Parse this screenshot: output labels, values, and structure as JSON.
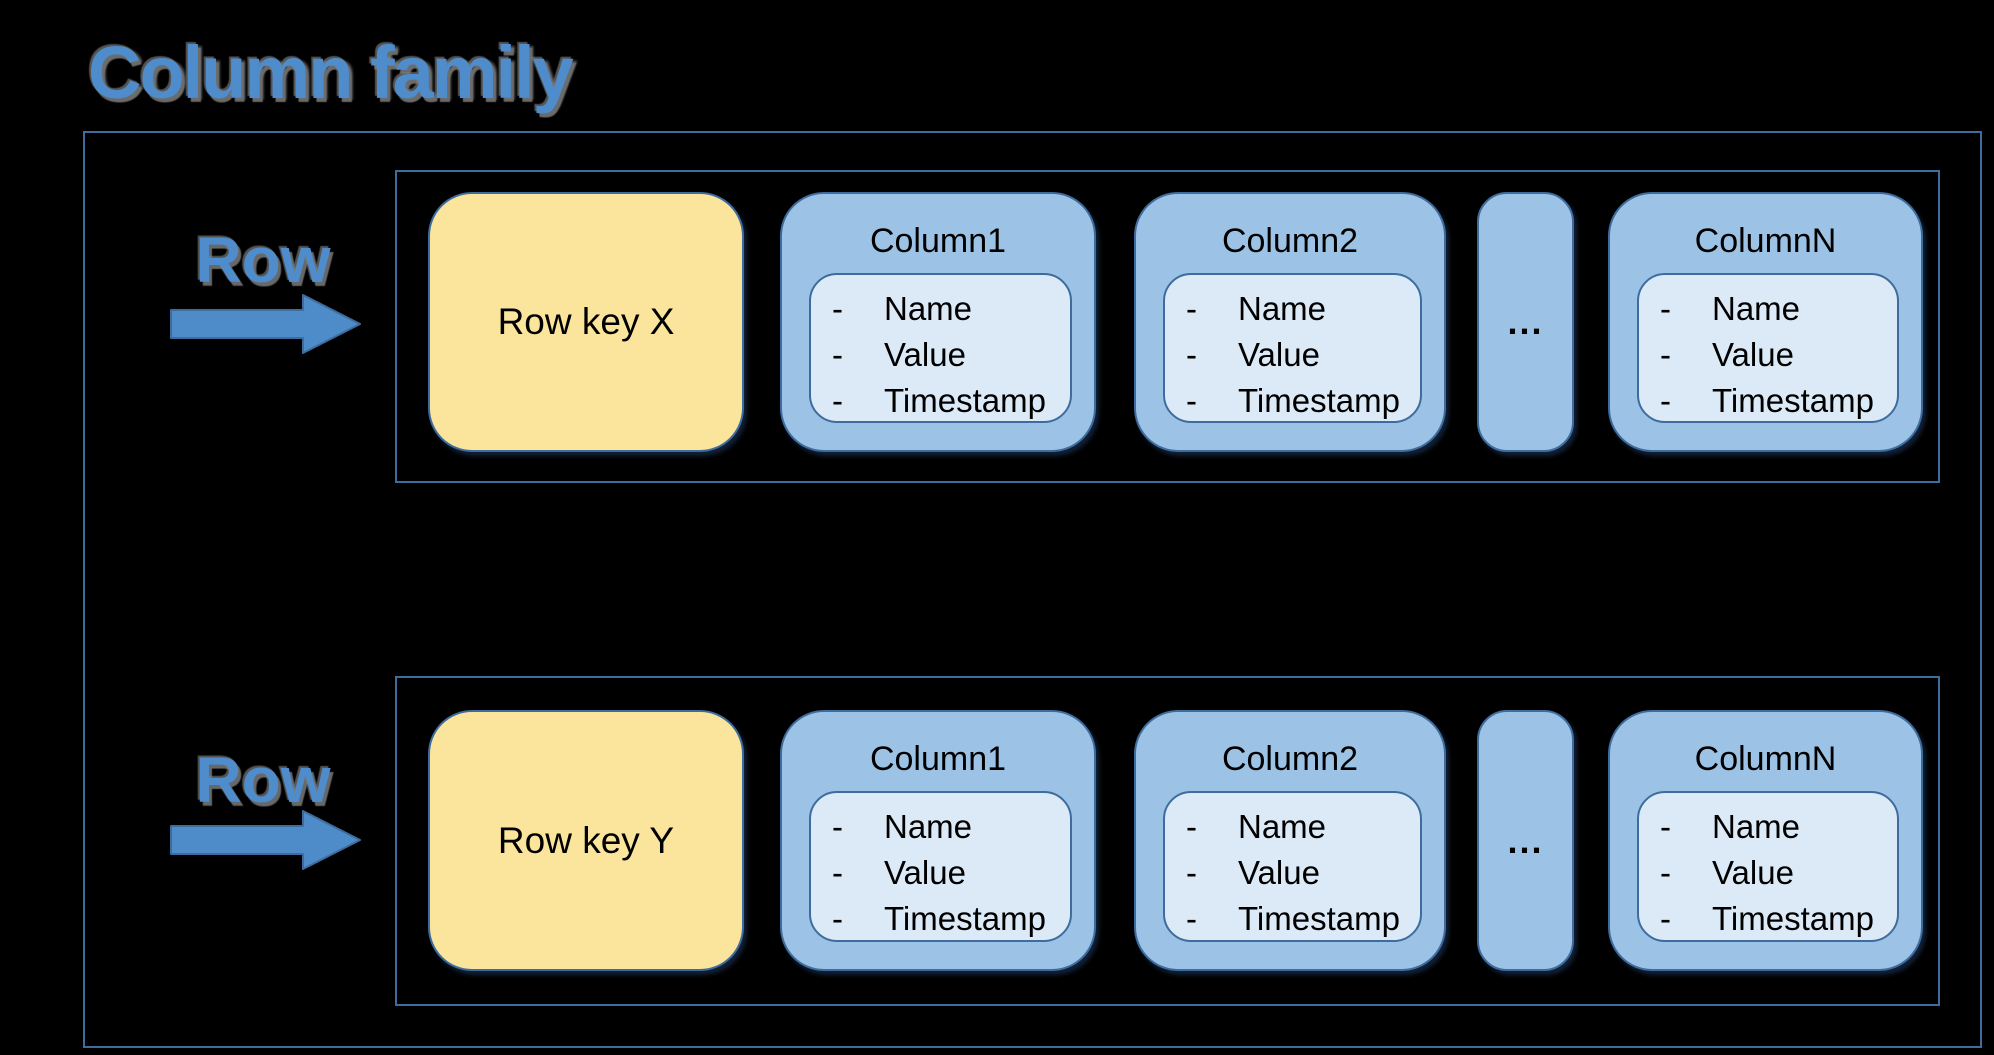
{
  "title": "Column family",
  "colors": {
    "background": "#000000",
    "outline": "#3E6C9E",
    "column_fill": "#9CC3E5",
    "column_inner_fill": "#DCE9F6",
    "row_key_fill": "#FBE49B",
    "accent_text": "#4F8CCB",
    "arrow_fill": "#4E8BC9",
    "box_text": "#000000"
  },
  "rows": [
    {
      "label": "Row",
      "key_label": "Row key X",
      "bullet": "-",
      "ellipsis": "...",
      "columns": [
        {
          "label": "Column1",
          "fields": [
            "Name",
            "Value",
            "Timestamp"
          ]
        },
        {
          "label": "Column2",
          "fields": [
            "Name",
            "Value",
            "Timestamp"
          ]
        },
        {
          "label": "ColumnN",
          "fields": [
            "Name",
            "Value",
            "Timestamp"
          ]
        }
      ]
    },
    {
      "label": "Row",
      "key_label": "Row key Y",
      "bullet": "-",
      "ellipsis": "...",
      "columns": [
        {
          "label": "Column1",
          "fields": [
            "Name",
            "Value",
            "Timestamp"
          ]
        },
        {
          "label": "Column2",
          "fields": [
            "Name",
            "Value",
            "Timestamp"
          ]
        },
        {
          "label": "ColumnN",
          "fields": [
            "Name",
            "Value",
            "Timestamp"
          ]
        }
      ]
    }
  ]
}
